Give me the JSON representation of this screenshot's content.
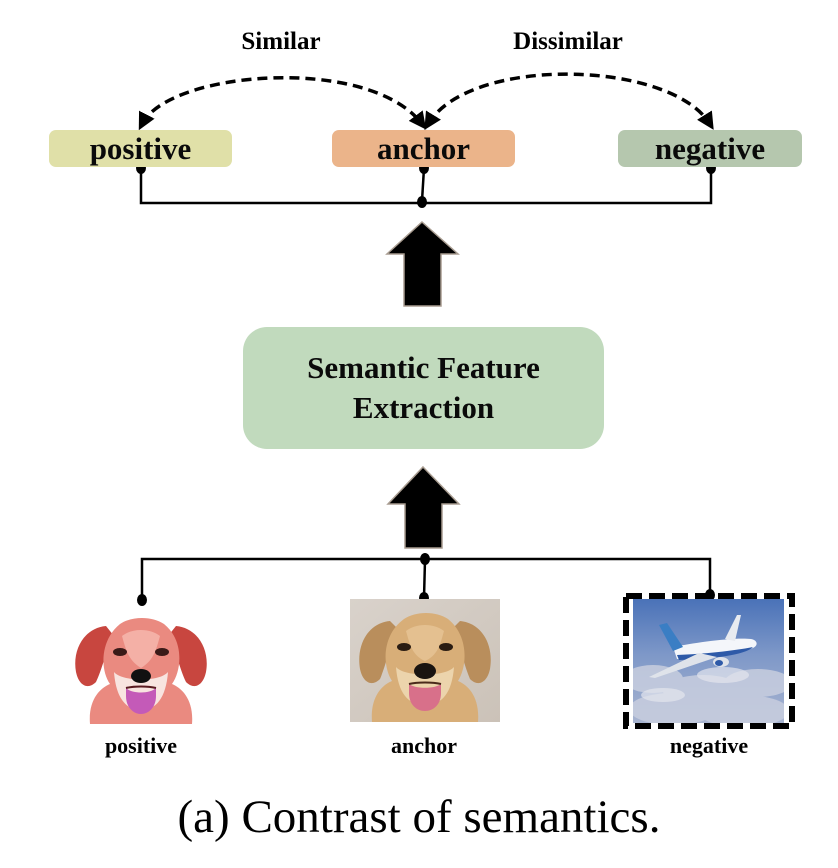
{
  "relations": {
    "similar": "Similar",
    "dissimilar": "Dissimilar"
  },
  "embeddings": {
    "positive": "positive",
    "anchor": "anchor",
    "negative": "negative"
  },
  "module": {
    "line1": "Semantic Feature",
    "line2": "Extraction"
  },
  "inputs": {
    "positive": {
      "label": "positive",
      "content": "red-tinted puppy photo"
    },
    "anchor": {
      "label": "anchor",
      "content": "golden puppy photo"
    },
    "negative": {
      "label": "negative",
      "content": "airplane in clouds photo"
    }
  },
  "caption": "(a) Contrast of semantics.",
  "colors": {
    "positive_box": "#e0e0a8",
    "anchor_box": "#ebb48a",
    "negative_box": "#b5c7ae",
    "feature_box": "#c1dabd",
    "arrow_outline": "#a89c90"
  }
}
